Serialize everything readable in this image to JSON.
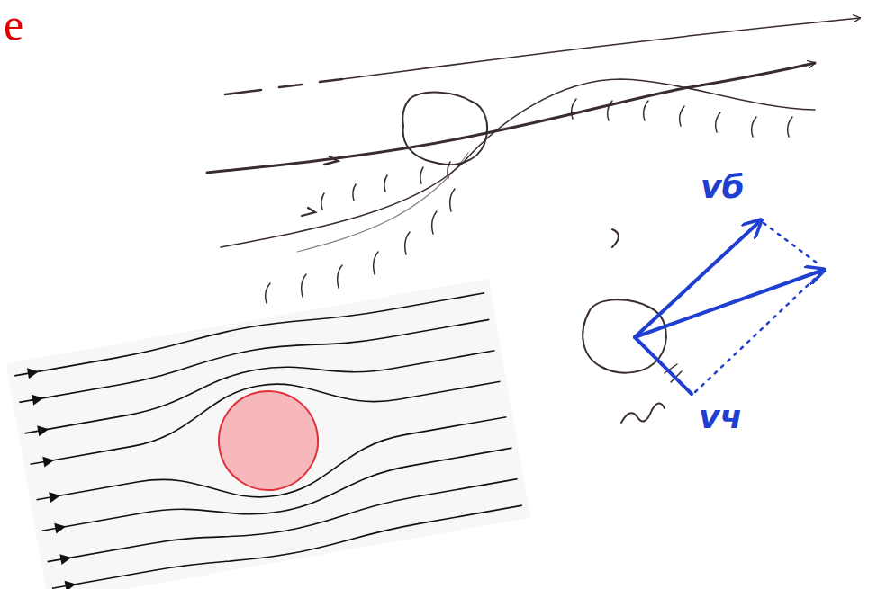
{
  "diagram": {
    "labels": [
      "e",
      "vб",
      "vч"
    ]
  }
}
